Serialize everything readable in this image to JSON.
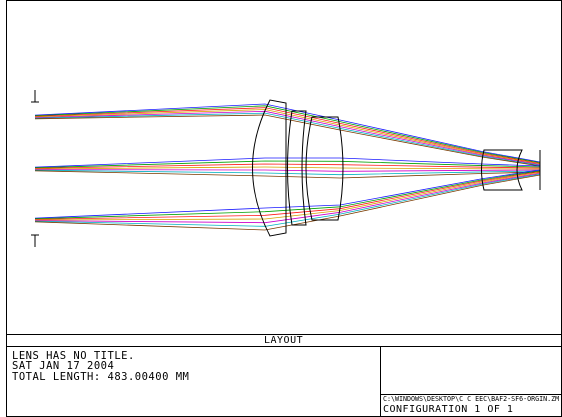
{
  "panel": {
    "title": "LAYOUT",
    "info_lines": [
      "LENS HAS NO TITLE.",
      "SAT JAN 17 2004",
      "TOTAL LENGTH:   483.00400 MM"
    ],
    "file_path": "C:\\WINDOWS\\DESKTOP\\C C EEC\\BAF2-SF6-ORGIN.ZM",
    "configuration": "CONFIGURATION  1  OF  1"
  },
  "ray_colors": [
    "#1a1aff",
    "#00a000",
    "#ff1a1a",
    "#d6a200",
    "#cc00cc",
    "#00b0c0",
    "#7a3a00"
  ]
}
